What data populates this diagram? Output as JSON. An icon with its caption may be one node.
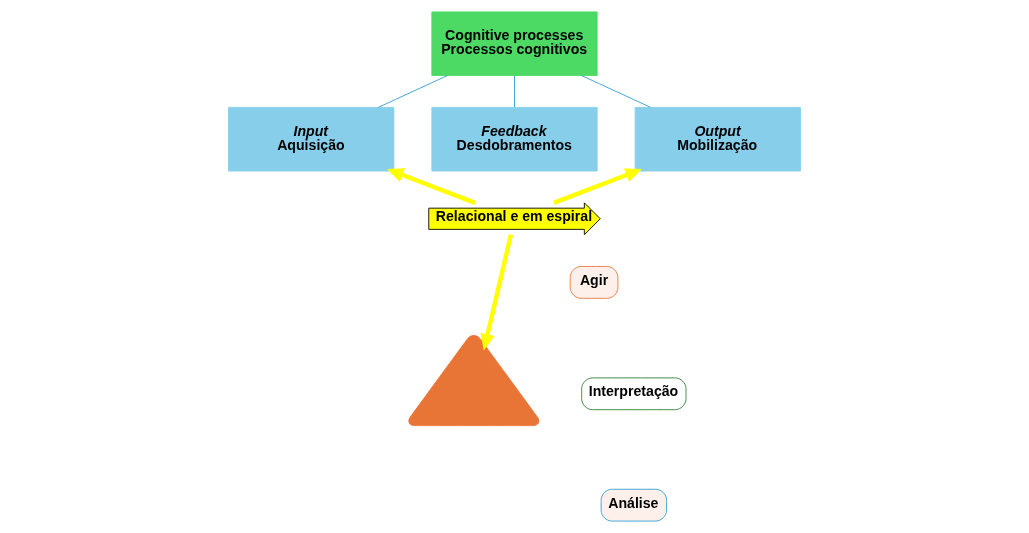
{
  "diagram": {
    "nodes": [
      {
        "text": [
          "Cognitive processes",
          "Processos cognitivos"
        ]
      },
      {
        "text": [
          "Input",
          "Aquisição"
        ]
      },
      {
        "text": [
          "Feedback",
          "Desdobramentos"
        ]
      },
      {
        "text": [
          "Output",
          "Mobilização"
        ]
      },
      {
        "text": [
          "Relacional e em espiral"
        ]
      },
      {
        "text": [],
        "shape": "triangle"
      },
      {
        "text": [
          "Agir"
        ]
      },
      {
        "text": [
          "Interpretação"
        ]
      },
      {
        "text": [
          "Análise"
        ]
      }
    ],
    "edges": [
      {
        "from": 0,
        "to": 1,
        "arrow": "none",
        "color": "#2e9bd0"
      },
      {
        "from": 0,
        "to": 2,
        "arrow": "none",
        "color": "#2e9bd0"
      },
      {
        "from": 0,
        "to": 3,
        "arrow": "none",
        "color": "#2e9bd0"
      },
      {
        "from": 4,
        "to": 1,
        "arrow": "to",
        "style": "thick",
        "color": "#ffff00"
      },
      {
        "from": 4,
        "to": 3,
        "arrow": "to",
        "style": "thick",
        "color": "#ffff00"
      },
      {
        "from": 4,
        "to": 5,
        "arrow": "to",
        "style": "thick",
        "color": "#ffff00"
      }
    ]
  }
}
